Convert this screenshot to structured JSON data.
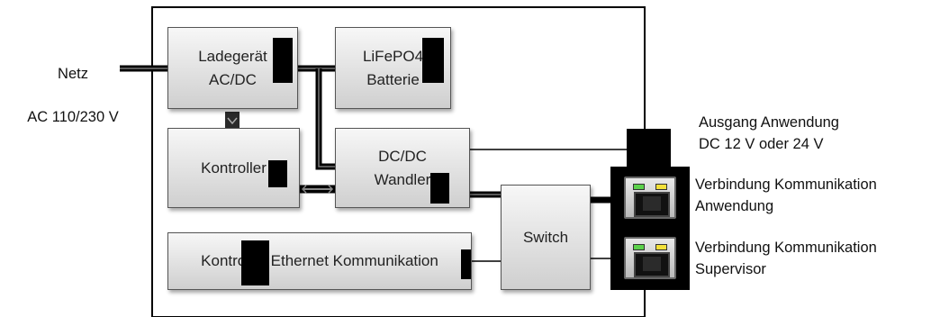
{
  "input": {
    "line1": "Netz",
    "line2": "AC 110/230 V"
  },
  "blocks": {
    "charger": "Ladegerät\nAC/DC",
    "battery": "LiFePO4\nBatterie",
    "controller": "Kontroller",
    "dcdc": "DC/DC\nWandler",
    "ethernet": "Kontroller Ethernet Kommunikation",
    "switch": "Switch"
  },
  "outputs": {
    "dc_out": "Ausgang Anwendung\nDC 12 V oder 24 V",
    "comm_app": "Verbindung Kommunikation\nAnwendung",
    "comm_supervisor": "Verbindung Kommunikation\nSupervisor"
  },
  "icons": [
    "ethernet-port-icon",
    "ethernet-port-icon",
    "arrow-down-icon",
    "arrow-down-icon"
  ]
}
